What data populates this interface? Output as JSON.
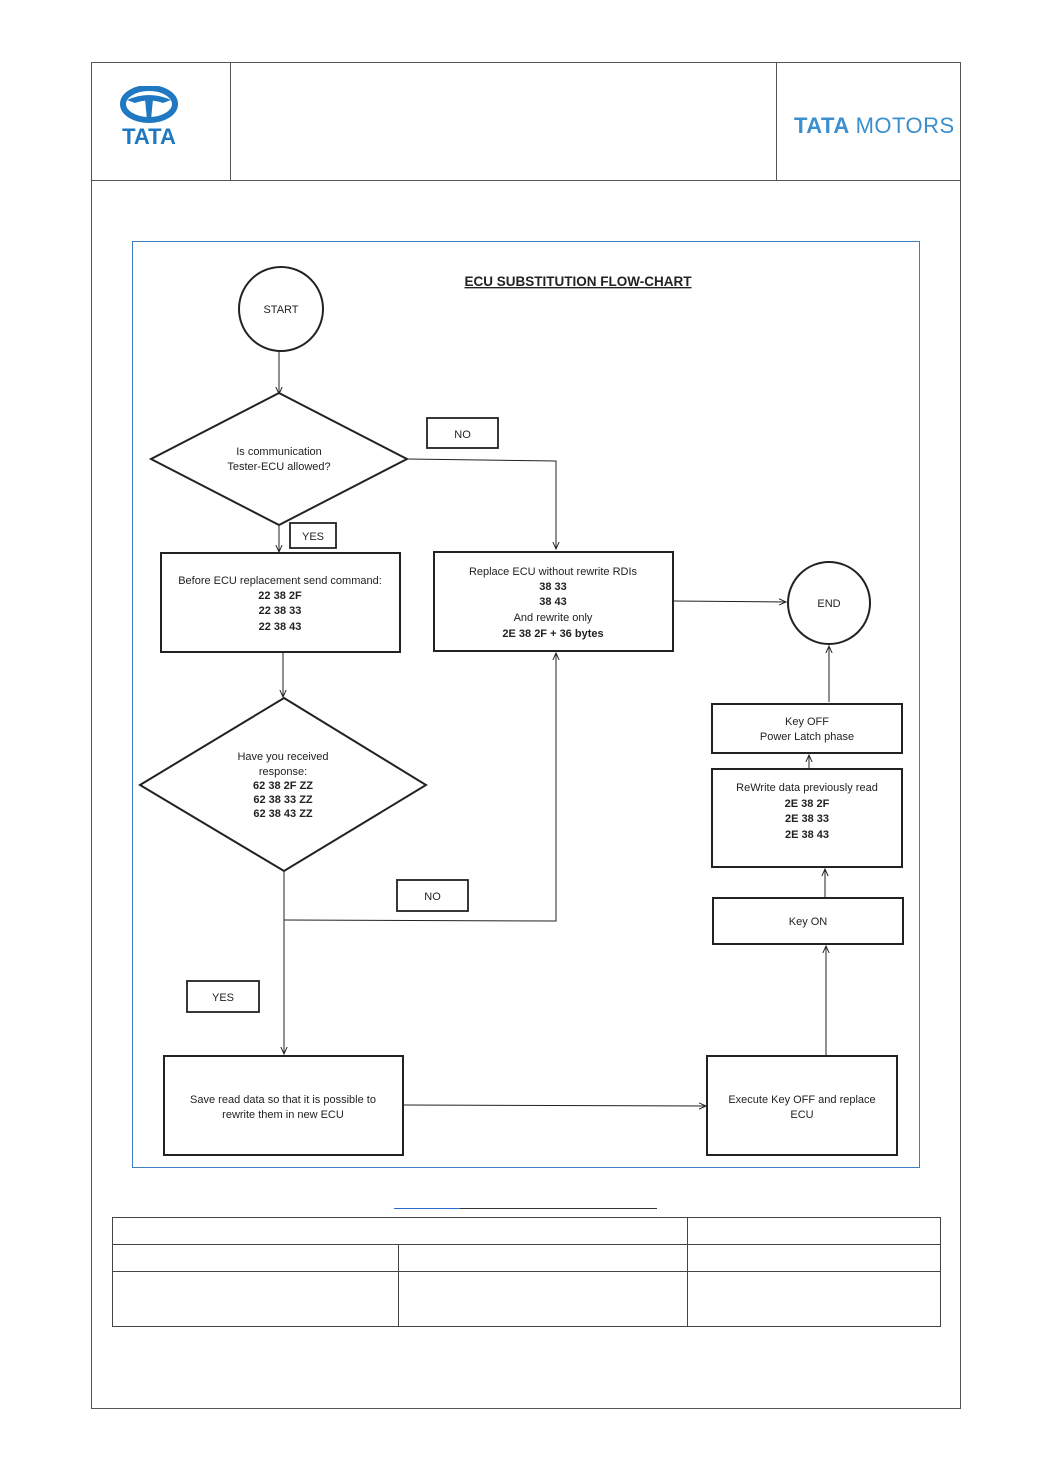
{
  "header": {
    "logo_text": "TATA",
    "brand_bold": "TATA",
    "brand_light": "MOTORS",
    "colors": {
      "brand_blue": "#1f78c1",
      "motors_blue": "#3a8fcf"
    }
  },
  "diagram": {
    "title": "ECU SUBSTITUTION FLOW-CHART",
    "frame_color": "#3f7fbf",
    "start": "START",
    "end": "END",
    "decision_communication": [
      "Is communication",
      "Tester-ECU allowed?"
    ],
    "label_no_1": "NO",
    "label_yes_1": "YES",
    "before_replacement": {
      "title": "Before ECU replacement send command:",
      "commands": [
        "22 38 2F",
        "22 38 33",
        "22 38 43"
      ]
    },
    "replace_ecu": {
      "title": "Replace ECU without rewrite RDIs",
      "codes": [
        "38 33",
        "38 43"
      ],
      "middle": "And rewrite only",
      "last": "2E 38 2F + 36 bytes"
    },
    "decision_response": {
      "lines": [
        "Have you received",
        "response:"
      ],
      "codes": [
        "62 38 2F ZZ",
        "62 38 33 ZZ",
        "62 38 43 ZZ"
      ]
    },
    "label_no_2": "NO",
    "label_yes_2": "YES",
    "save_data": [
      "Save read data so that it is possible to",
      "rewrite  them in new ECU"
    ],
    "execute_key_off": [
      "Execute Key OFF and replace",
      "ECU"
    ],
    "key_on": "Key ON",
    "rewrite": {
      "title": "ReWrite data previously read",
      "codes": [
        "2E 38 2F",
        "2E 38 33",
        "2E 38 43"
      ]
    },
    "key_off_latch": [
      "Key OFF",
      "Power Latch phase"
    ]
  }
}
